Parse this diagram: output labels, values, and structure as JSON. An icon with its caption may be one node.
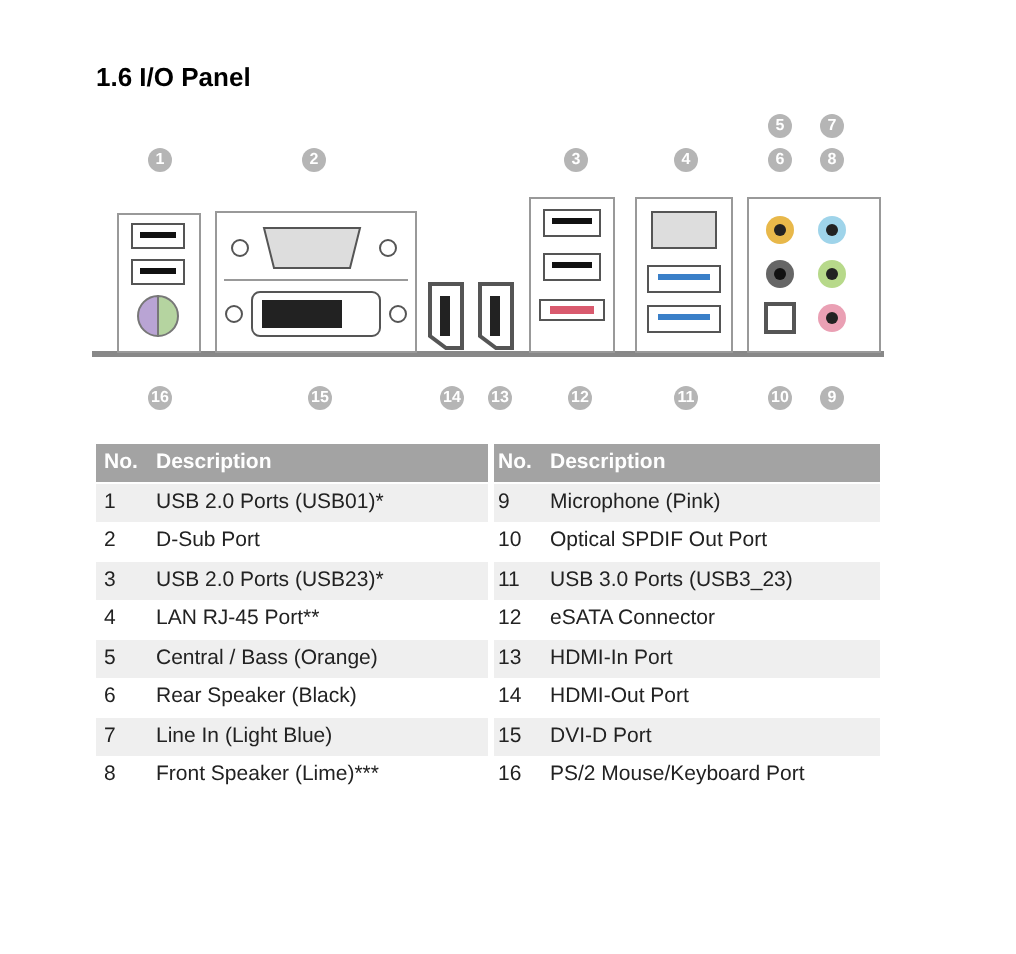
{
  "diagram": {
    "title": "1.6 I/O Panel",
    "labels": [
      "5",
      "7",
      "1",
      "2",
      "3",
      "4",
      "6",
      "8",
      "16",
      "15",
      "14",
      "13",
      "12",
      "11",
      "10",
      "9",
      "No.",
      "Description",
      "No.",
      "Description",
      "1",
      "USB 2.0 Ports (USB01)*",
      "9",
      "Microphone (Pink)",
      "2",
      "D-Sub Port",
      "10",
      "Optical SPDIF Out Port",
      "3",
      "USB 2.0 Ports (USB23)*",
      "11",
      "USB 3.0 Ports (USB3_23)",
      "4",
      "LAN RJ-45 Port**",
      "12",
      "eSATA Connector",
      "5",
      "Central / Bass (Orange)",
      "13",
      "HDMI-In Port",
      "6",
      "Rear Speaker (Black)",
      "14",
      "HDMI-Out Port",
      "7",
      "Line In (Light Blue)",
      "15",
      "DVI-D Port",
      "8",
      "Front Speaker (Lime)***",
      "16",
      "PS/2 Mouse/Keyboard Port"
    ]
  }
}
